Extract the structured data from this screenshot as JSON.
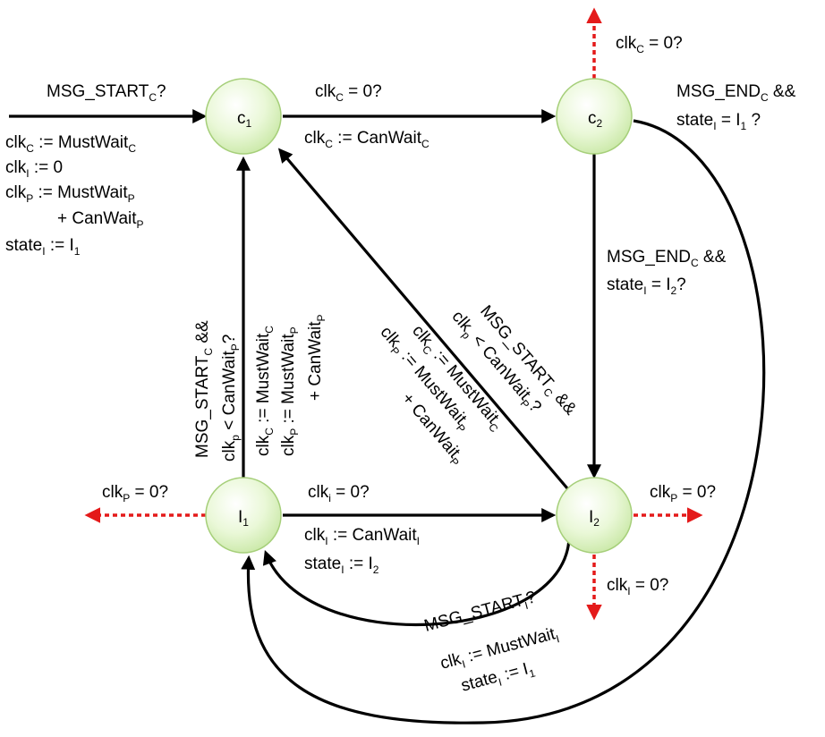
{
  "nodes": {
    "c1": {
      "base": "c",
      "sub": "1"
    },
    "c2": {
      "base": "c",
      "sub": "2"
    },
    "i1": {
      "base": "I",
      "sub": "1"
    },
    "i2": {
      "base": "I",
      "sub": "2"
    }
  },
  "labels": {
    "start_guard": {
      "base": "MSG_START",
      "sub": "C",
      "tail": "?"
    },
    "init_1": {
      "base": "clk",
      "sub": "C",
      "tail": " := MustWait",
      "sub2": "C"
    },
    "init_2": {
      "base": "clk",
      "sub": "I",
      "tail": " := 0"
    },
    "init_3": {
      "base": "clk",
      "sub": "P",
      "tail": " := MustWait",
      "sub2": "P"
    },
    "init_4": {
      "base": "+ CanWait",
      "sub": "P"
    },
    "init_5": {
      "base": "state",
      "sub": "I",
      "tail": " := I",
      "sub2": "1"
    },
    "c1c2_guard": {
      "base": "clk",
      "sub": "C",
      "tail": " = 0?"
    },
    "c1c2_assign": {
      "base": "clk",
      "sub": "C",
      "tail": " := CanWait",
      "sub2": "C"
    },
    "c2_self_guard": {
      "base": "clk",
      "sub": "C",
      "tail": " = 0?"
    },
    "c2i1_guard_1": {
      "base": "MSG_END",
      "sub": "C",
      "tail": " &&"
    },
    "c2i1_guard_2": {
      "base": "state",
      "sub": "I",
      "tail": " = I",
      "sub2": "1",
      "tail2": " ?"
    },
    "c2i2_guard_1": {
      "base": "MSG_END",
      "sub": "C",
      "tail": " &&"
    },
    "c2i2_guard_2": {
      "base": "state",
      "sub": "I",
      "tail": " = I",
      "sub2": "2",
      "tail2": "?"
    },
    "i1c1_guard_1": {
      "base": "MSG_START",
      "sub": "C",
      "tail": "  &&"
    },
    "i1c1_guard_2": {
      "base": "clk",
      "sub": "p",
      "tail": " < CanWait",
      "sub2": "P",
      "tail2": "?"
    },
    "i1c1_assign_1": {
      "base": "clk",
      "sub": "C",
      "tail": " := MustWait",
      "sub2": "C"
    },
    "i1c1_assign_2": {
      "base": "clk",
      "sub": "P",
      "tail": " := MustWait",
      "sub2": "P"
    },
    "i1c1_assign_3": {
      "base": "+ CanWait",
      "sub": "P"
    },
    "i2c1_guard_1": {
      "base": "MSG_START",
      "sub": "C",
      "tail": " &&"
    },
    "i2c1_guard_2": {
      "base": "clk",
      "sub": "p",
      "tail": " < CanWait",
      "sub2": "P",
      "tail2": "?"
    },
    "i2c1_assign_1": {
      "base": "clk",
      "sub": "C",
      "tail": " := MustWait",
      "sub2": "C"
    },
    "i2c1_assign_2": {
      "base": "clk",
      "sub": "P",
      "tail": " := MustWait",
      "sub2": "P"
    },
    "i2c1_assign_3": {
      "base": "+ CanWait",
      "sub": "P"
    },
    "i1i2_guard": {
      "base": "clk",
      "sub": "i",
      "tail": " = 0?"
    },
    "i1i2_assign_1": {
      "base": "clk",
      "sub": "I",
      "tail": " := CanWait",
      "sub2": "I"
    },
    "i1i2_assign_2": {
      "base": "state",
      "sub": "I",
      "tail": " := I",
      "sub2": "2"
    },
    "i1_left_guard": {
      "base": "clk",
      "sub": "P",
      "tail": " = 0?"
    },
    "i2_right_guard": {
      "base": "clk",
      "sub": "P",
      "tail": " = 0?"
    },
    "i2_down_guard": {
      "base": "clk",
      "sub": "I",
      "tail": " = 0?"
    },
    "i2i1_guard": {
      "base": "MSG_START",
      "sub": "I",
      "tail": "?"
    },
    "i2i1_assign_1": {
      "base": "clk",
      "sub": "I",
      "tail": " := MustWait",
      "sub2": "I"
    },
    "i2i1_assign_2": {
      "base": "state",
      "sub": "I",
      "tail": " := I",
      "sub2": "1"
    }
  },
  "colors": {
    "node_fill": "#e9f7d6",
    "node_stroke": "#a6cf7a",
    "edge": "#000000",
    "timeout_edge": "#e41a1a"
  }
}
